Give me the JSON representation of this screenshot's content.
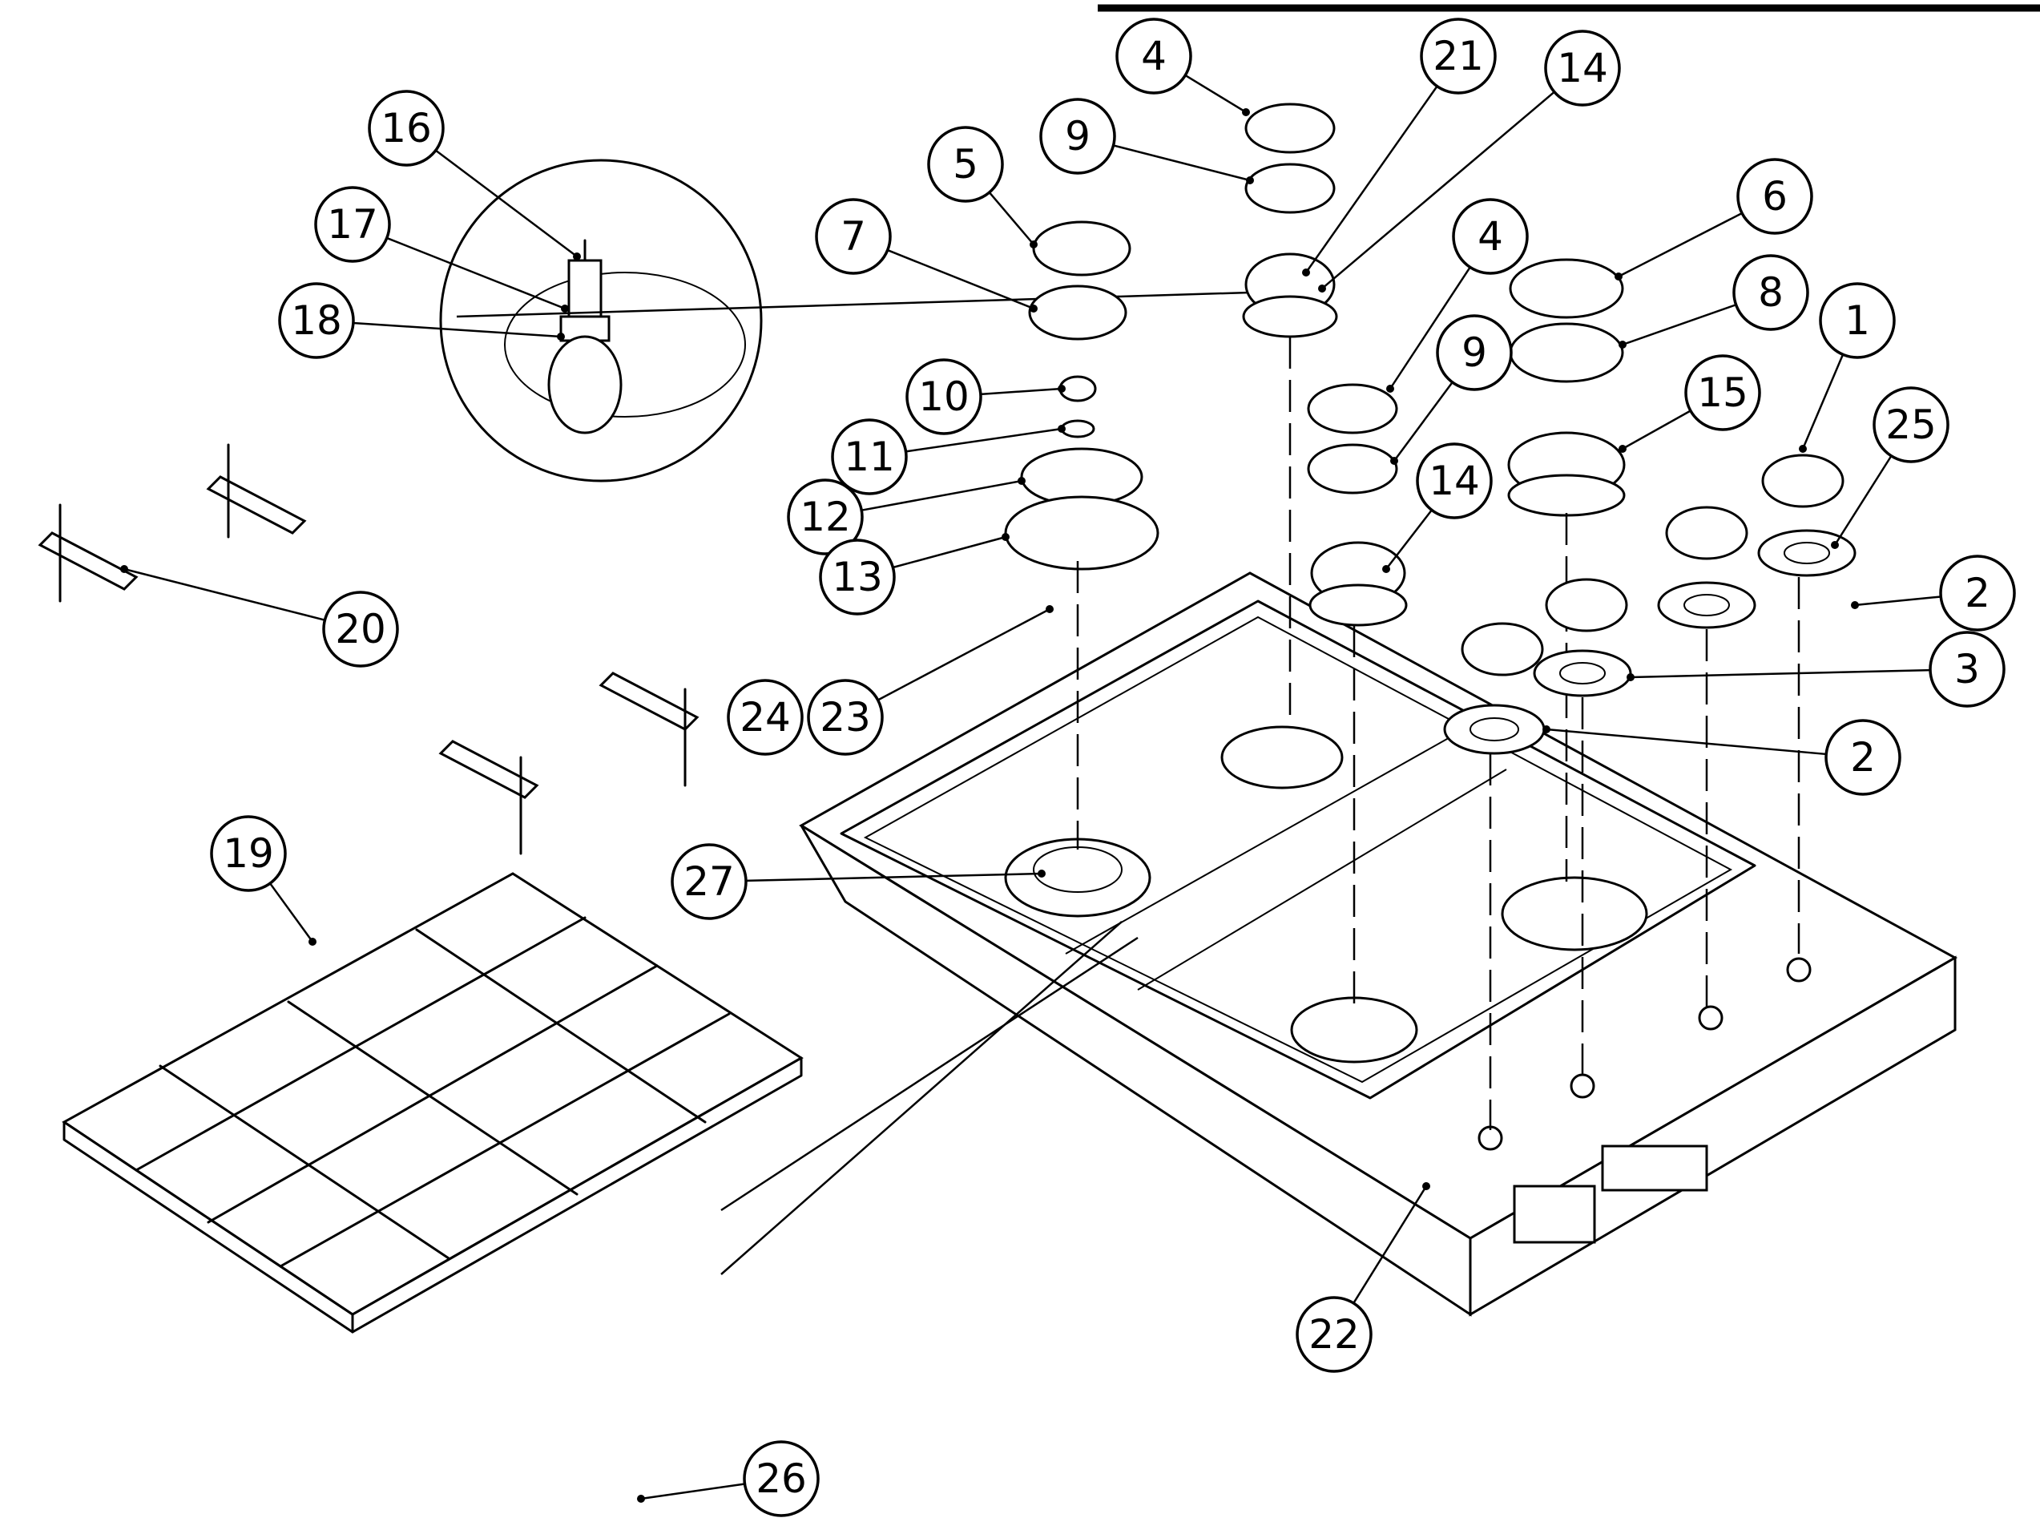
{
  "callouts": [
    {
      "label": "1"
    },
    {
      "label": "2"
    },
    {
      "label": "2"
    },
    {
      "label": "3"
    },
    {
      "label": "4"
    },
    {
      "label": "4"
    },
    {
      "label": "5"
    },
    {
      "label": "6"
    },
    {
      "label": "7"
    },
    {
      "label": "8"
    },
    {
      "label": "9"
    },
    {
      "label": "9"
    },
    {
      "label": "10"
    },
    {
      "label": "11"
    },
    {
      "label": "12"
    },
    {
      "label": "13"
    },
    {
      "label": "14"
    },
    {
      "label": "14"
    },
    {
      "label": "15"
    },
    {
      "label": "16"
    },
    {
      "label": "17"
    },
    {
      "label": "18"
    },
    {
      "label": "19"
    },
    {
      "label": "20"
    },
    {
      "label": "21"
    },
    {
      "label": "22"
    },
    {
      "label": "23"
    },
    {
      "label": "24"
    },
    {
      "label": "25"
    },
    {
      "label": "26"
    },
    {
      "label": "27"
    }
  ]
}
